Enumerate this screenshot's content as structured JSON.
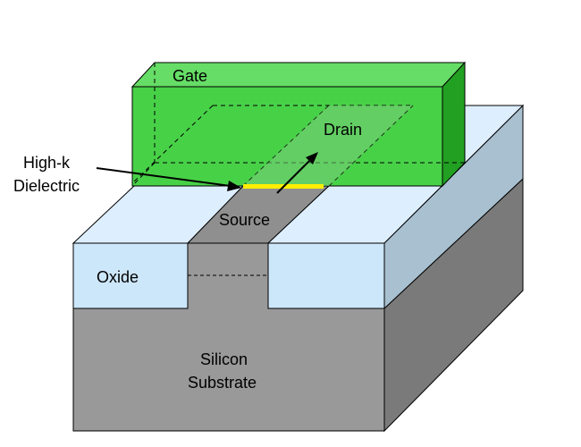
{
  "labels": {
    "gate": "Gate",
    "drain": "Drain",
    "source": "Source",
    "high_k_line1": "High-k",
    "high_k_line2": "Dielectric",
    "oxide": "Oxide",
    "silicon_line1": "Silicon",
    "silicon_line2": "Substrate"
  },
  "colors": {
    "gate_front": "#33CC33",
    "gate_top": "#66DD66",
    "gate_side": "#22A022",
    "oxide_top": "#DDEEFF",
    "oxide_front": "#CCE6FA",
    "oxide_side": "#A8C0D0",
    "silicon_front": "#999999",
    "silicon_side": "#7A7A7A",
    "channel_top": "#8F8F8F",
    "high_k_dielectric": "#FFEE00",
    "outline": "#000000"
  }
}
